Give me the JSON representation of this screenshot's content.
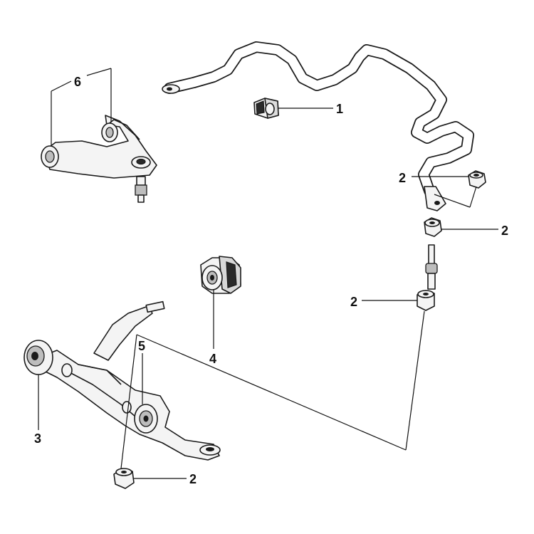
{
  "callouts": {
    "c1": "1",
    "c2a": "2",
    "c2b": "2",
    "c2c": "2",
    "c2d": "2",
    "c3": "3",
    "c4": "4",
    "c5": "5",
    "c6": "6"
  }
}
